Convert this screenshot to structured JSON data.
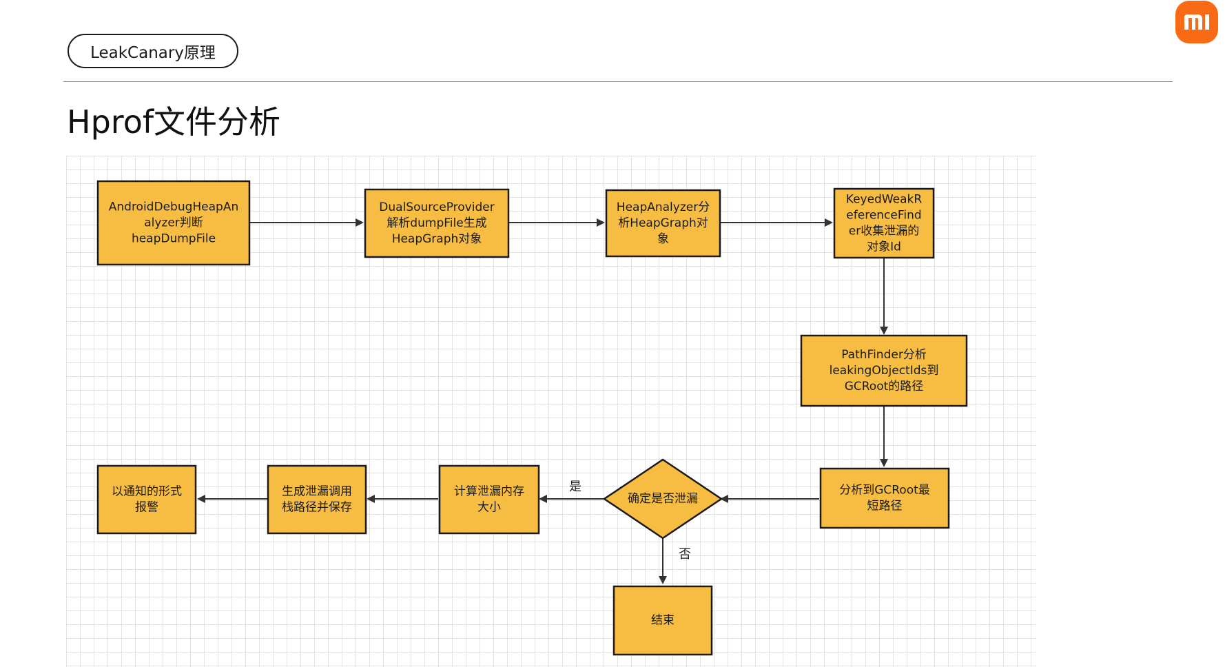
{
  "header": {
    "section_label": "LeakCanary原理",
    "title": "Hprof文件分析"
  },
  "brand": {
    "logo_icon": "mi-logo-icon",
    "color": "#f96a15"
  },
  "diagram": {
    "node_fill": "#f7bd42",
    "node_stroke": "#1a1a1a",
    "nodes": [
      {
        "id": "n1",
        "lines": [
          "AndroidDebugHeapAn",
          "alyzer判断",
          "heapDumpFile"
        ]
      },
      {
        "id": "n2",
        "lines": [
          "DualSourceProvider",
          "解析dumpFile生成",
          "HeapGraph对象"
        ]
      },
      {
        "id": "n3",
        "lines": [
          "HeapAnalyzer分",
          "析HeapGraph对",
          "象"
        ]
      },
      {
        "id": "n4",
        "lines": [
          "KeyedWeakR",
          "eferenceFind",
          "er收集泄漏的",
          "对象Id"
        ]
      },
      {
        "id": "n5",
        "lines": [
          "PathFinder分析",
          "leakingObjectIds到",
          "GCRoot的路径"
        ]
      },
      {
        "id": "n6",
        "lines": [
          "分析到GCRoot最",
          "短路径"
        ]
      },
      {
        "id": "n7",
        "lines": [
          "确定是否泄漏"
        ]
      },
      {
        "id": "n8",
        "lines": [
          "计算泄漏内存",
          "大小"
        ]
      },
      {
        "id": "n9",
        "lines": [
          "生成泄漏调用",
          "栈路径并保存"
        ]
      },
      {
        "id": "n10",
        "lines": [
          "以通知的形式",
          "报警"
        ]
      },
      {
        "id": "n11",
        "lines": [
          "结束"
        ]
      }
    ],
    "edge_labels": {
      "yes": "是",
      "no": "否"
    }
  }
}
